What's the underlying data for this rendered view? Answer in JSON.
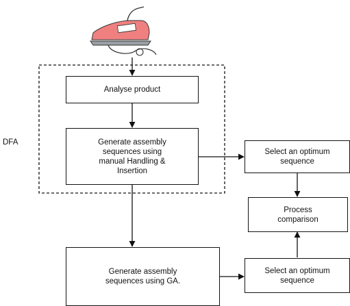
{
  "diagram": {
    "group_label": "DFA",
    "nodes": {
      "analyse": "Analyse product",
      "generate_manual": "Generate assembly\nsequences using\nmanual Handling &\nInsertion",
      "generate_ga": "Generate assembly\nsequences using GA.",
      "select_top": "Select an optimum\nsequence",
      "process_comparison": "Process\ncomparison",
      "select_bottom": "Select an optimum\nsequence"
    },
    "product_icon": "clothes-iron-icon",
    "colors": {
      "iron_body": "#f08080",
      "iron_plate": "#9aa0a6",
      "stroke": "#111111"
    }
  }
}
